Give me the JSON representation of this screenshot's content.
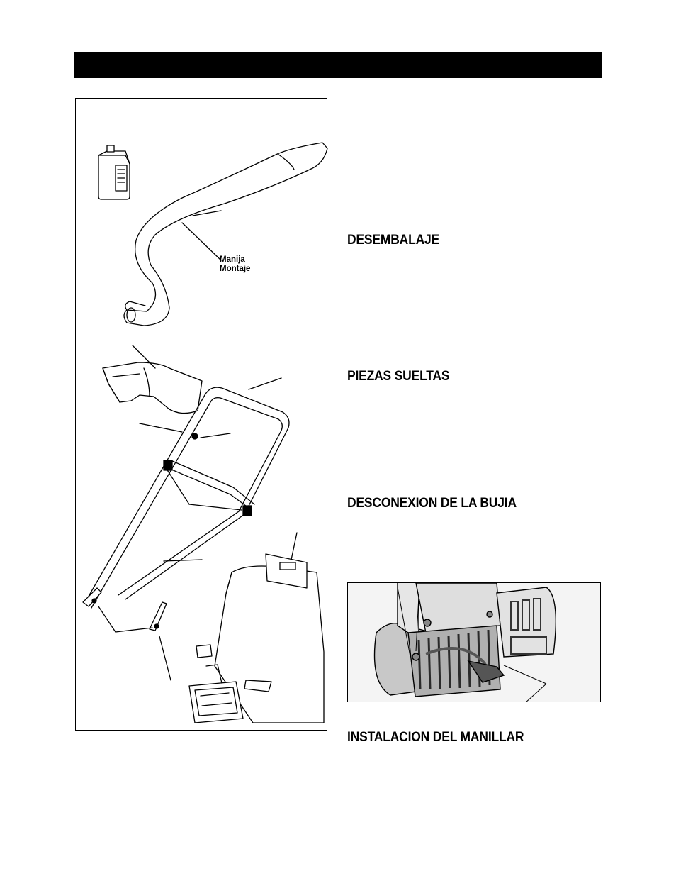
{
  "header": {
    "title": ""
  },
  "parts_figure": {
    "callout_line1": "Manija",
    "callout_line2": "Montaje"
  },
  "sections": [
    {
      "heading": "DESEMBALAJE"
    },
    {
      "heading": "PIEZAS SUELTAS"
    },
    {
      "heading": "DESCONEXION DE LA BUJIA"
    },
    {
      "heading": "INSTALACION DEL MANILLAR"
    }
  ]
}
